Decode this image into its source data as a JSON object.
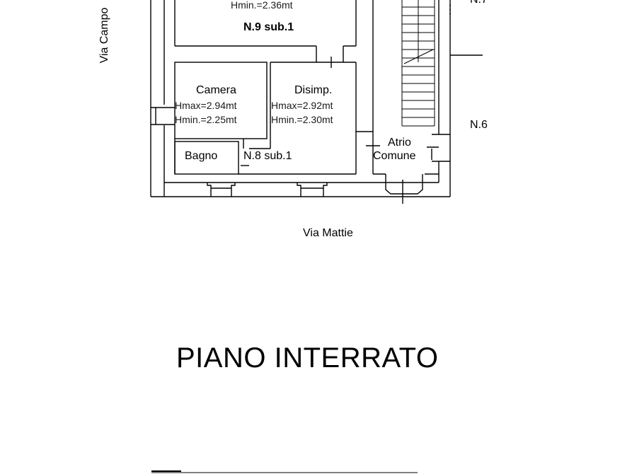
{
  "floor_title": "PIANO INTERRATO",
  "streets": {
    "left": "Via Campo",
    "bottom": "Via Mattie"
  },
  "units": {
    "top_right": "N.7",
    "right": "N.6",
    "upper": "N.9 sub.1",
    "lower": "N.8 sub.1"
  },
  "rooms": {
    "upper_room": {
      "hmin": "Hmin.=2.36mt"
    },
    "camera": {
      "name": "Camera",
      "hmax": "Hmax=2.94mt",
      "hmin": "Hmin.=2.25mt"
    },
    "disimp": {
      "name": "Disimp.",
      "hmax": "Hmax=2.92mt",
      "hmin": "Hmin.=2.30mt"
    },
    "bagno": {
      "name": "Bagno"
    },
    "atrio": {
      "line1": "Atrio",
      "line2": "Comune"
    }
  },
  "colors": {
    "line": "#000000",
    "background": "#ffffff"
  }
}
